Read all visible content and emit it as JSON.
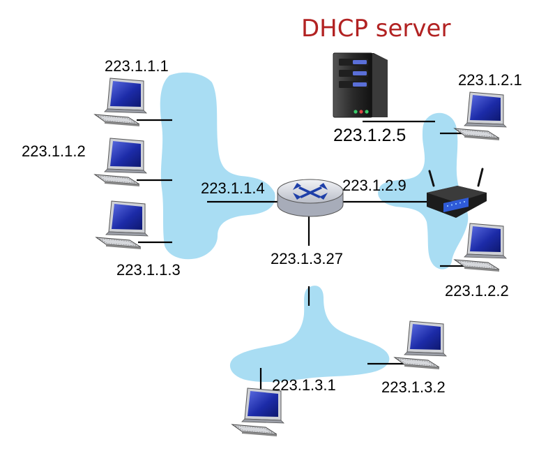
{
  "title": {
    "text": "DHCP server",
    "color": "#B22222"
  },
  "colors": {
    "segment": "#A9DDF3",
    "link": "#000000",
    "screen": "#1C2BA8",
    "router": "#D8DBE2",
    "router_arrows": "#1E3FA8",
    "server": "#2E2E2E",
    "server_drive": "#5A6FD8"
  },
  "hosts": {
    "subnet1": [
      "223.1.1.1",
      "223.1.1.2",
      "223.1.1.3"
    ],
    "subnet2": [
      "223.1.2.1",
      "223.1.2.2"
    ],
    "subnet3": [
      "223.1.3.1",
      "223.1.3.2"
    ]
  },
  "server": {
    "address": "223.1.2.5"
  },
  "router": {
    "interface_subnet1": "223.1.1.4",
    "interface_subnet2": "223.1.2.9",
    "interface_subnet3": "223.1.3.27"
  },
  "icons": {
    "router": "router-icon",
    "server": "server-icon",
    "access_point": "wireless-access-point-icon",
    "host": "desktop-computer-icon"
  }
}
